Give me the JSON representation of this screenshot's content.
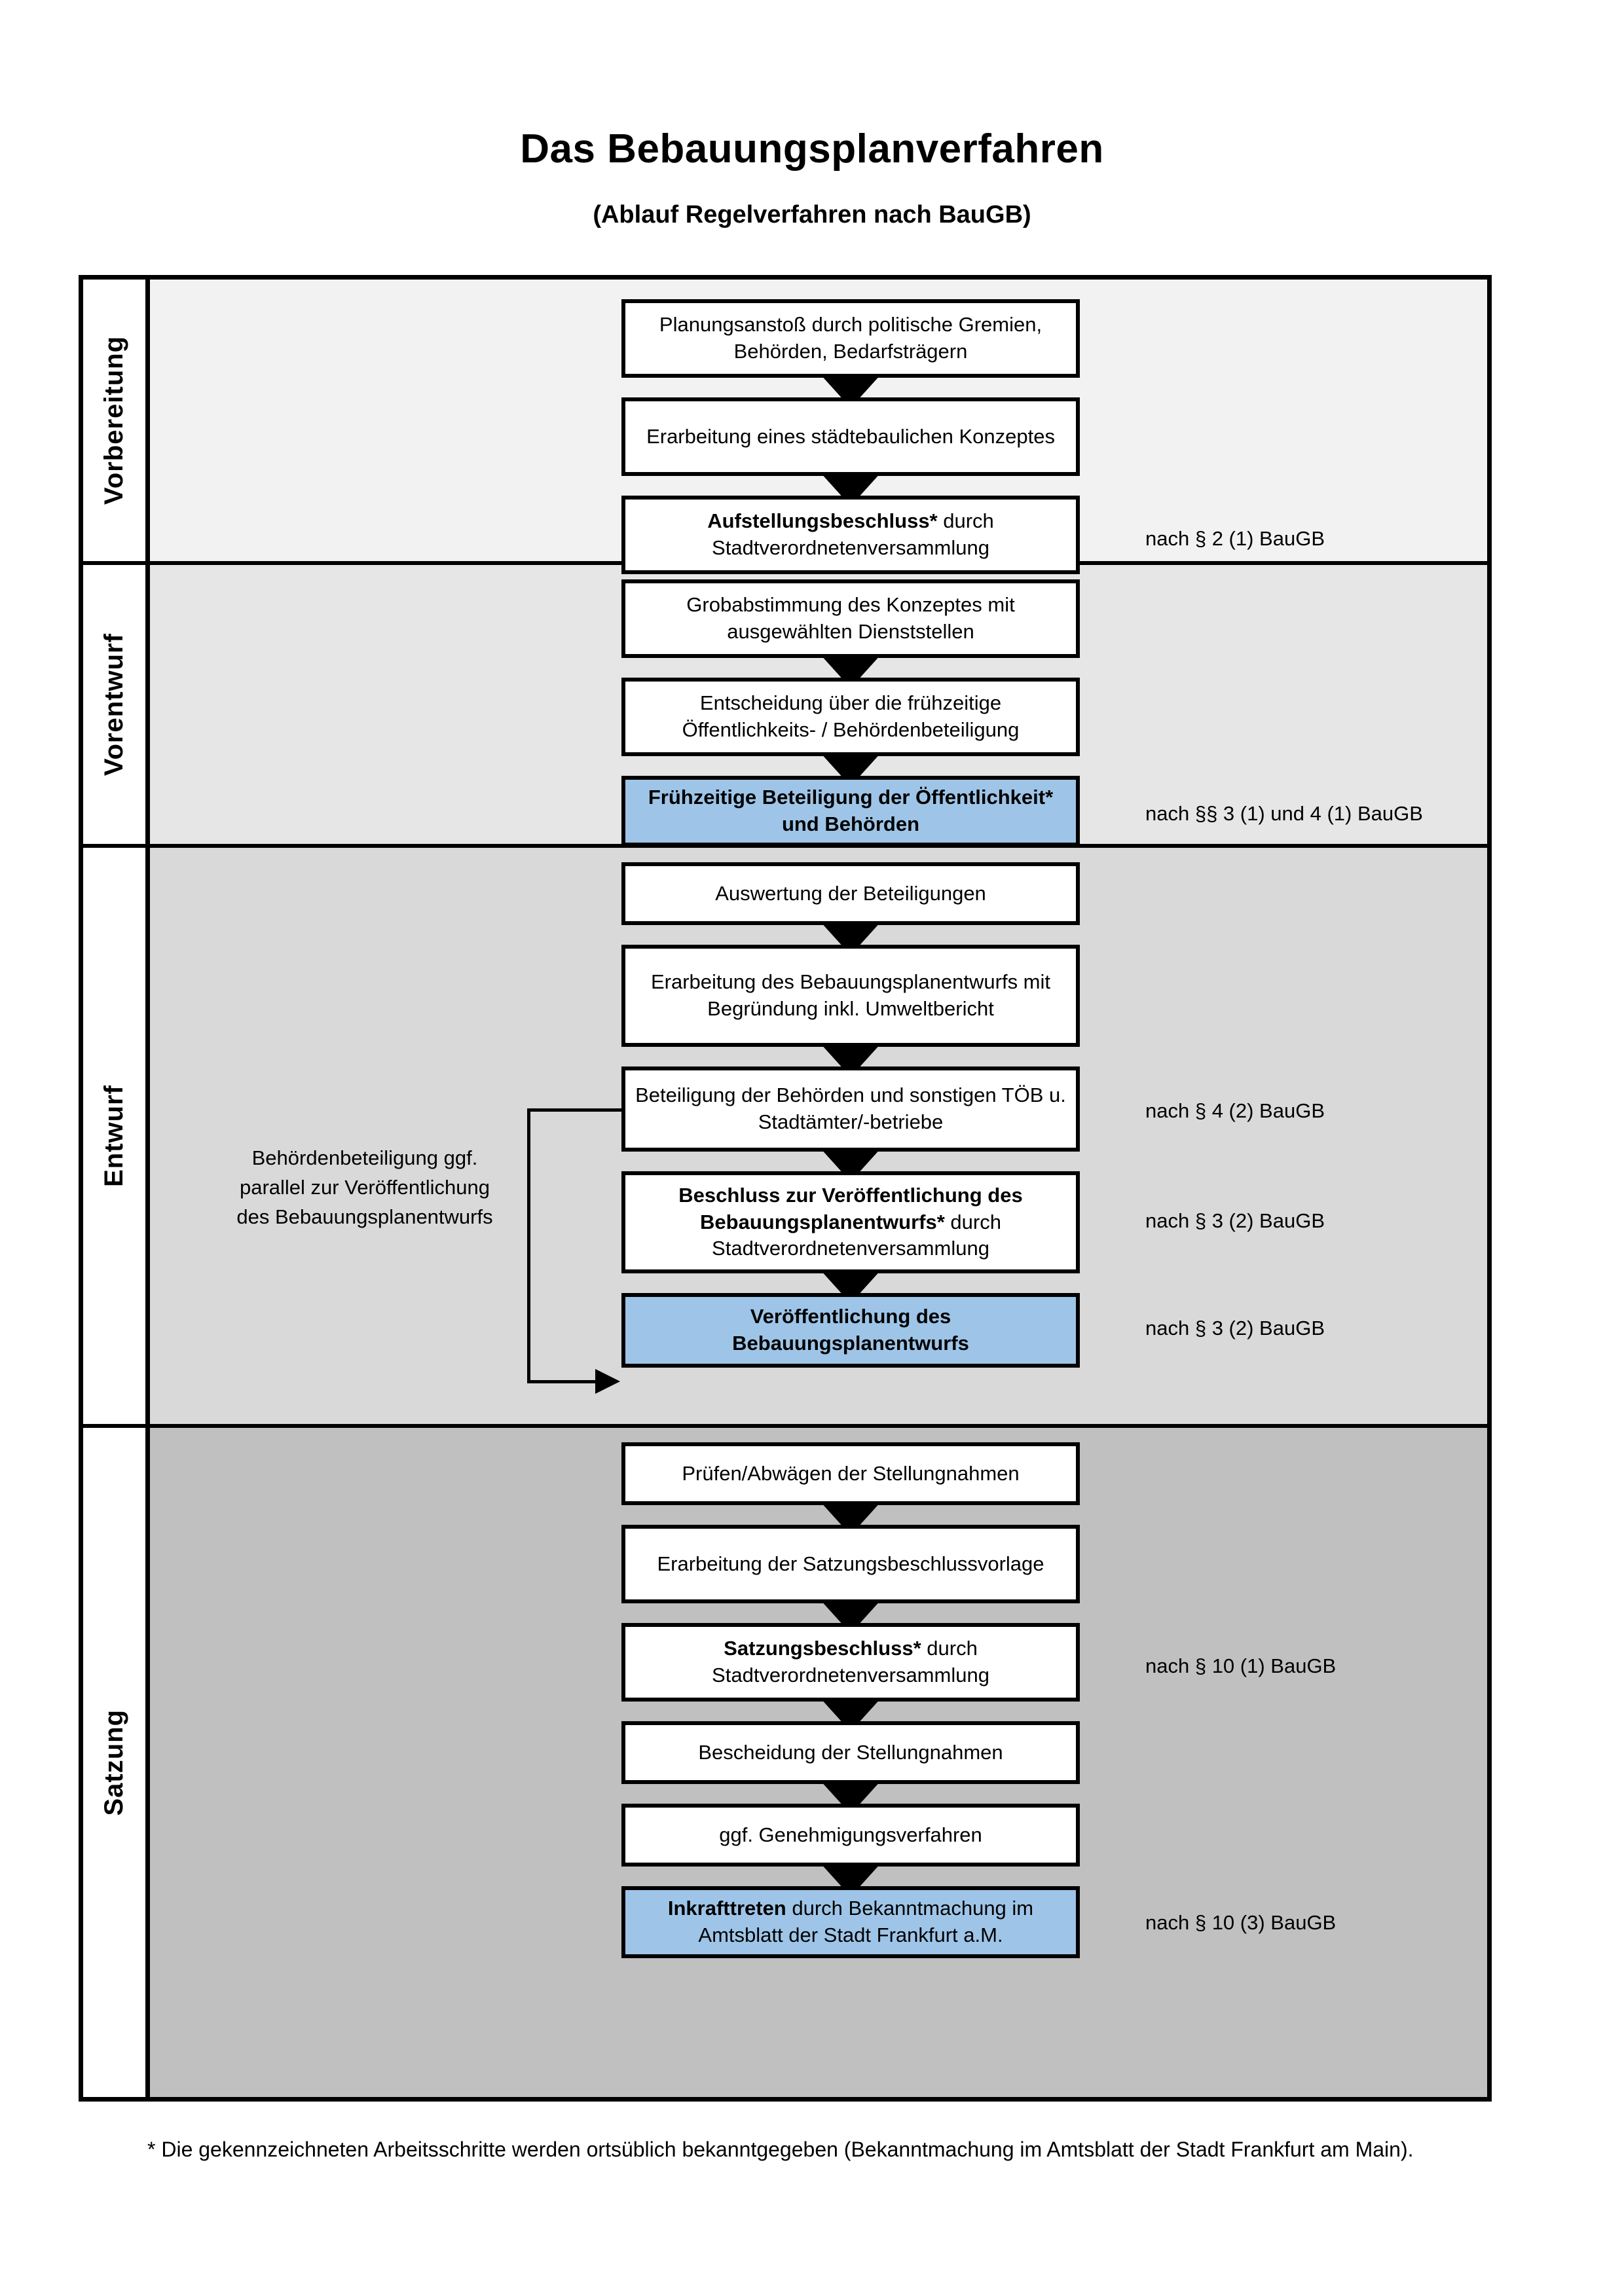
{
  "header": {
    "title": "Das Bebauungsplanverfahren",
    "subtitle": "(Ablauf Regelverfahren nach BauGB)"
  },
  "phases": [
    {
      "id": "vorbereitung",
      "label": "Vorbereitung",
      "background": "#f2f2f2"
    },
    {
      "id": "vorentwurf",
      "label": "Vorentwurf",
      "background": "#e6e6e6"
    },
    {
      "id": "entwurf",
      "label": "Entwurf",
      "background": "#d9d9d9"
    },
    {
      "id": "satzung",
      "label": "Satzung",
      "background": "#c0c0c0"
    }
  ],
  "colors": {
    "highlight_blue": "#9ec5e8",
    "frame_stroke": "#000000",
    "page_background": "#ffffff"
  },
  "steps": [
    {
      "n": 1,
      "phase": "vorbereitung",
      "highlight": false,
      "bold_prefix": "",
      "text": "Planungsanstoß durch politische Gremien, Behörden, Bedarfsträgern"
    },
    {
      "n": 2,
      "phase": "vorbereitung",
      "highlight": false,
      "bold_prefix": "",
      "text": "Erarbeitung eines städtebaulichen Konzeptes"
    },
    {
      "n": 3,
      "phase": "vorbereitung",
      "highlight": false,
      "bold_prefix": "Aufstellungsbeschluss*",
      "text": " durch Stadtverordnetenversammlung"
    },
    {
      "n": 4,
      "phase": "vorentwurf",
      "highlight": false,
      "bold_prefix": "",
      "text": "Grobabstimmung des Konzeptes mit ausgewählten Dienststellen"
    },
    {
      "n": 5,
      "phase": "vorentwurf",
      "highlight": false,
      "bold_prefix": "",
      "text": "Entscheidung über die frühzeitige Öffentlichkeits- / Behördenbeteiligung"
    },
    {
      "n": 6,
      "phase": "vorentwurf",
      "highlight": true,
      "bold_prefix": "Frühzeitige Beteiligung der Öffentlichkeit* und Behörden",
      "text": ""
    },
    {
      "n": 7,
      "phase": "entwurf",
      "highlight": false,
      "bold_prefix": "",
      "text": "Auswertung der Beteiligungen"
    },
    {
      "n": 8,
      "phase": "entwurf",
      "highlight": false,
      "bold_prefix": "",
      "text": "Erarbeitung des Bebauungsplanentwurfs mit Begründung inkl. Umweltbericht"
    },
    {
      "n": 9,
      "phase": "entwurf",
      "highlight": false,
      "bold_prefix": "",
      "text": "Beteiligung der Behörden und sonstigen TÖB u. Stadtämter/-betriebe"
    },
    {
      "n": 10,
      "phase": "entwurf",
      "highlight": false,
      "bold_prefix": "Beschluss zur Veröffentlichung des Bebauungsplanentwurfs*",
      "text": " durch Stadtverordnetenversammlung"
    },
    {
      "n": 11,
      "phase": "entwurf",
      "highlight": true,
      "bold_prefix": "Veröffentlichung des Bebauungsplanentwurfs",
      "text": ""
    },
    {
      "n": 12,
      "phase": "satzung",
      "highlight": false,
      "bold_prefix": "",
      "text": "Prüfen/Abwägen der Stellungnahmen"
    },
    {
      "n": 13,
      "phase": "satzung",
      "highlight": false,
      "bold_prefix": "",
      "text": "Erarbeitung der Satzungsbeschlussvorlage"
    },
    {
      "n": 14,
      "phase": "satzung",
      "highlight": false,
      "bold_prefix": "Satzungsbeschluss*",
      "text": " durch Stadtverordnetenversammlung"
    },
    {
      "n": 15,
      "phase": "satzung",
      "highlight": false,
      "bold_prefix": "",
      "text": "Bescheidung der Stellungnahmen"
    },
    {
      "n": 16,
      "phase": "satzung",
      "highlight": false,
      "bold_prefix": "",
      "text": "ggf. Genehmigungsverfahren"
    },
    {
      "n": 17,
      "phase": "satzung",
      "highlight": true,
      "bold_prefix": "Inkrafttreten",
      "text": " durch Bekanntmachung im Amtsblatt der Stadt Frankfurt a.M."
    }
  ],
  "legal_notes": [
    {
      "id": "l1",
      "for_step": 3,
      "text": "nach § 2 (1) BauGB"
    },
    {
      "id": "l2",
      "for_step": 6,
      "text": "nach §§ 3 (1) und 4 (1) BauGB"
    },
    {
      "id": "l3",
      "for_step": 9,
      "text": "nach § 4 (2) BauGB"
    },
    {
      "id": "l4",
      "for_step": 10,
      "text": "nach § 3 (2) BauGB"
    },
    {
      "id": "l5",
      "for_step": 11,
      "text": "nach § 3 (2) BauGB"
    },
    {
      "id": "l6",
      "for_step": 14,
      "text": "nach § 10 (1) BauGB"
    },
    {
      "id": "l7",
      "for_step": 17,
      "text": "nach § 10 (3) BauGB"
    }
  ],
  "side_note": {
    "text": "Behördenbeteiligung ggf. parallel zur Veröffentlichung des Bebauungsplanentwurfs"
  },
  "footnote": {
    "text": "* Die gekennzeichneten Arbeitsschritte werden ortsüblich bekanntgegeben (Bekanntmachung im Amtsblatt  der Stadt Frankfurt am Main)."
  }
}
